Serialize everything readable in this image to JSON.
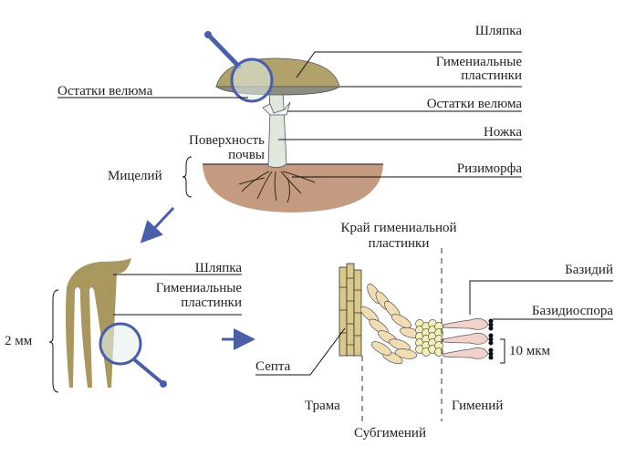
{
  "colors": {
    "cap": "#b0a26a",
    "soil": "#c49a80",
    "stem": "#dfe8dc",
    "magnifier": "#4a5fa8",
    "arrow": "#4a5fa8",
    "basidium": "#f1d3cc",
    "subhymenium": "#f4f0b8",
    "trama_cells": "#f2dcb4"
  },
  "mushroom": {
    "cap": "Шляпка",
    "gills_line1": "Гимениальные",
    "gills_line2": "пластинки",
    "veil_left": "Остатки велюма",
    "veil_right": "Остатки велюма",
    "stem": "Ножка",
    "soil_line1": "Поверхность",
    "soil_line2": "почвы",
    "mycelium": "Мицелий",
    "rhizomorph": "Ризиморфа"
  },
  "gill_section": {
    "cap": "Шляпка",
    "gills_line1": "Гимениальные",
    "gills_line2": "пластинки",
    "size": "2 мм"
  },
  "micro": {
    "edge_line1": "Край гимениальной",
    "edge_line2": "пластинки",
    "basidium": "Базидий",
    "basidiospore": "Базидиоспора",
    "scale": "10 мкм",
    "septum": "Септа",
    "trama": "Трама",
    "hymenium": "Гимений",
    "subhymenium": "Субгимений"
  }
}
